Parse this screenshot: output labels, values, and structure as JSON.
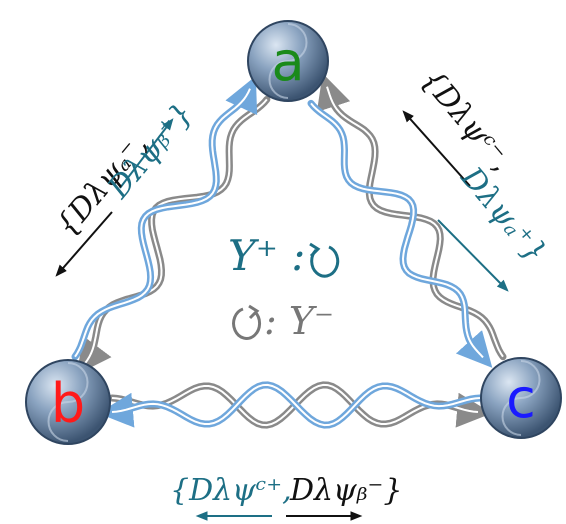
{
  "nodes": {
    "a": {
      "label": "a",
      "color": "#1a8a1a"
    },
    "b": {
      "label": "b",
      "color": "#ff1a1a"
    },
    "c": {
      "label": "c",
      "color": "#1a1aff"
    }
  },
  "edge_labels": {
    "ab_left": "{Dλψₐ⁻,",
    "ab_right": "Dλψᵦ⁺}",
    "ac_left": "{Dλψᶜ⁻,",
    "ac_right": "Dλψₐ⁺}",
    "bc_left": "{Dλψᶜ⁺,",
    "bc_right": "Dλψᵦ⁻}"
  },
  "center": {
    "plus": "Y⁺ :",
    "minus": ": Y⁻"
  },
  "colors": {
    "blue_strand": "#6fa7dc",
    "gray_strand": "#8a8a8a",
    "teal_text": "#1d6f85",
    "node_fill": "#7c96b5"
  }
}
